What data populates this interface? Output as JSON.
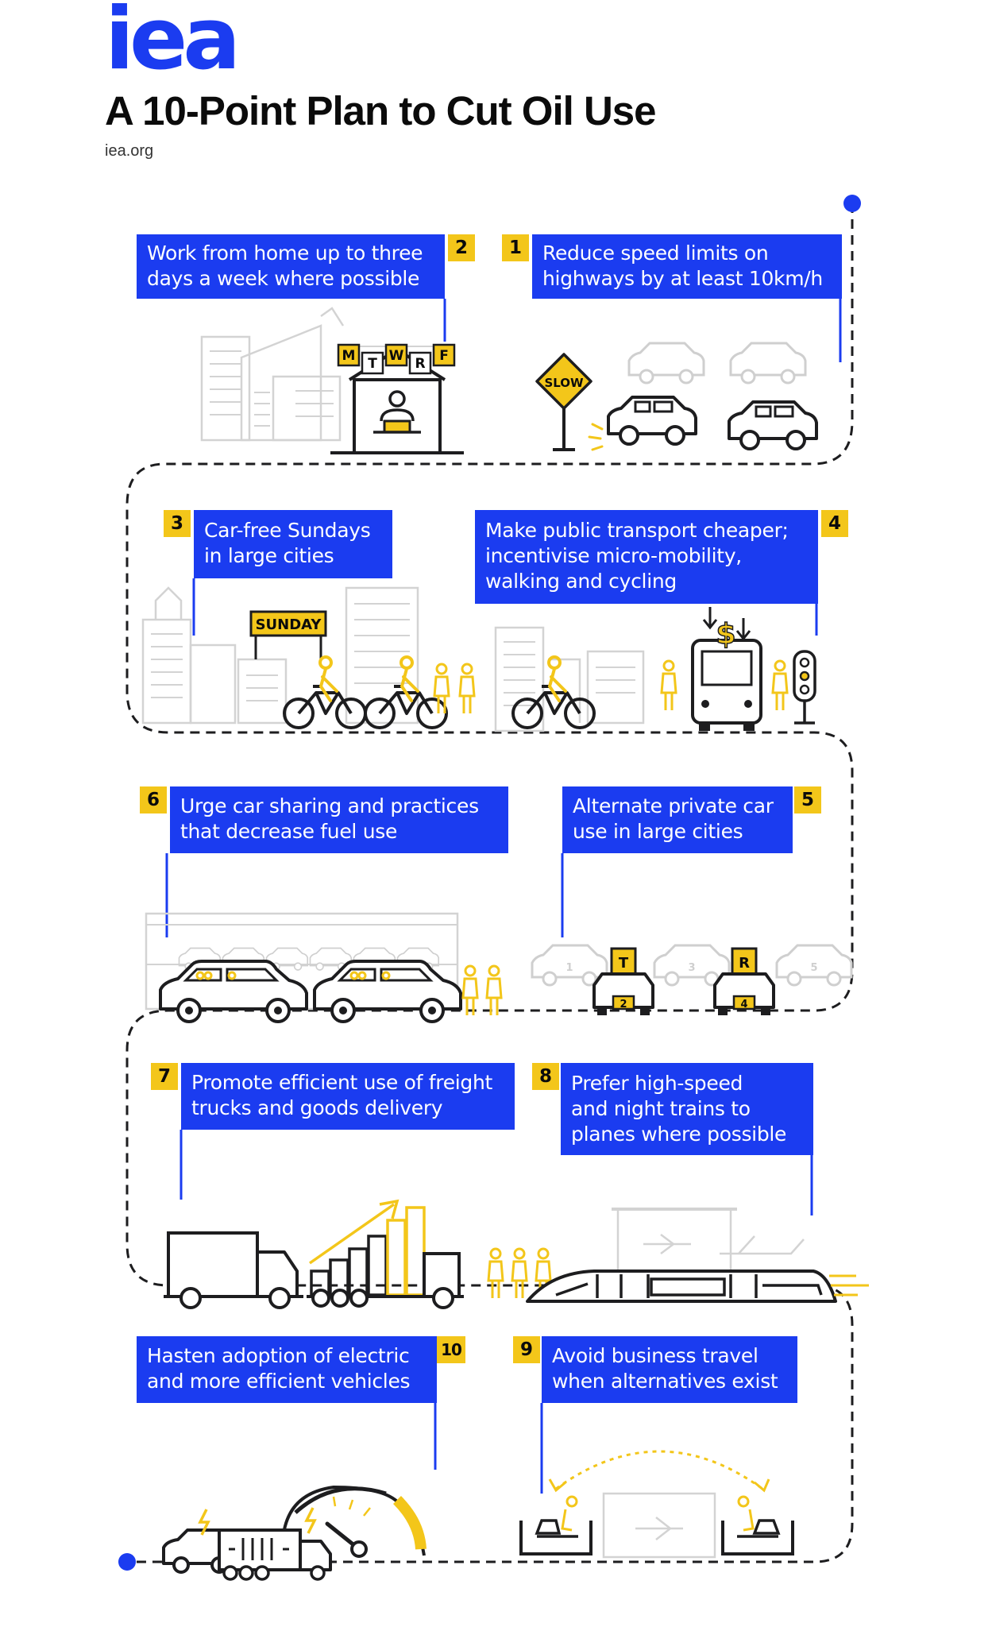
{
  "header": {
    "logo": "iea",
    "title": "A 10-Point Plan to Cut Oil Use",
    "source": "iea.org"
  },
  "colors": {
    "blue": "#1b3cf0",
    "yellow": "#f3c61a",
    "gray": "#cfcfcf",
    "dark": "#1d1d1f"
  },
  "actions": [
    {
      "number": "1",
      "lines": [
        "Reduce speed limits on",
        "highways by at least 10km/h"
      ]
    },
    {
      "number": "2",
      "lines": [
        "Work from home up to three",
        "days a week where possible"
      ]
    },
    {
      "number": "3",
      "lines": [
        "Car-free Sundays",
        "in large cities"
      ]
    },
    {
      "number": "4",
      "lines": [
        "Make public transport cheaper;",
        "incentivise micro-mobility,",
        "walking and cycling"
      ]
    },
    {
      "number": "5",
      "lines": [
        "Alternate private car",
        "use in large cities"
      ]
    },
    {
      "number": "6",
      "lines": [
        "Urge car sharing and practices",
        "that decrease fuel use"
      ]
    },
    {
      "number": "7",
      "lines": [
        "Promote efficient use of freight",
        "trucks and goods delivery"
      ]
    },
    {
      "number": "8",
      "lines": [
        "Prefer high-speed",
        "and night trains to",
        "planes where possible"
      ]
    },
    {
      "number": "9",
      "lines": [
        "Avoid business travel",
        "when alternatives exist"
      ]
    },
    {
      "number": "10",
      "lines": [
        "Hasten adoption of electric",
        "and more efficient vehicles"
      ]
    }
  ],
  "illustration_labels": {
    "weekdays": [
      "M",
      "T",
      "W",
      "R",
      "F"
    ],
    "slow_sign": "SLOW",
    "sunday_sign": "SUNDAY",
    "dollar": "$",
    "alternate_top": [
      "T",
      "R"
    ],
    "alternate_plates": [
      "1",
      "2",
      "3",
      "4",
      "5"
    ]
  }
}
